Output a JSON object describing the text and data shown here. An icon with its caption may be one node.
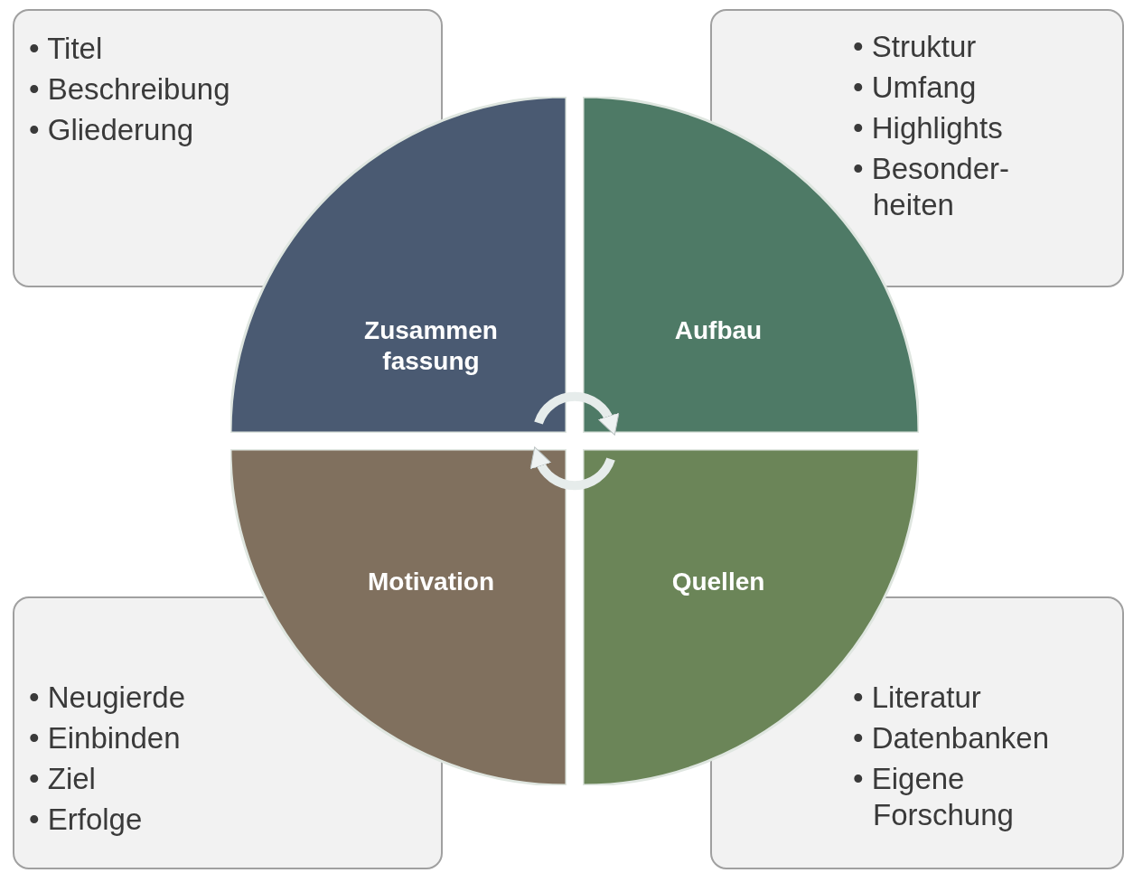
{
  "diagram": {
    "nodes": [
      {
        "text": [
          "• Titel",
          "• Beschreibung",
          "• Gliederung"
        ]
      },
      {
        "text": [
          "• Struktur",
          "• Umfang",
          "• Highlights",
          "• Besonder- heiten"
        ]
      },
      {
        "text": [
          "Zusammen fassung"
        ]
      },
      {
        "text": [
          "Aufbau"
        ]
      },
      {
        "text": [
          "Motivation"
        ]
      },
      {
        "text": [
          "Quellen"
        ]
      },
      {
        "text": [
          "• Neugierde",
          "• Einbinden",
          "• Ziel",
          "• Erfolge"
        ]
      },
      {
        "text": [
          "• Literatur",
          "• Datenbanken",
          "• Eigene Forschung"
        ]
      }
    ],
    "edges": [
      {
        "from": 2,
        "to": 3,
        "arrow": "to"
      },
      {
        "from": 5,
        "to": 4,
        "arrow": "to"
      }
    ]
  }
}
